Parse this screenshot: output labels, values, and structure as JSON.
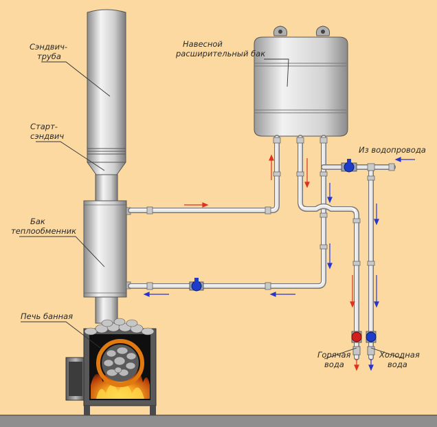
{
  "labels": {
    "sandwich_pipe": [
      "Сэндвич-",
      "труба"
    ],
    "start_sandwich": [
      "Старт-",
      "сэндвич"
    ],
    "heat_exchanger": [
      "Бак",
      "теплообменник"
    ],
    "sauna_stove": [
      "Печь банная"
    ],
    "expansion_tank": [
      "Навесной",
      "расширительный бак"
    ],
    "water_supply": [
      "Из водопровода"
    ],
    "hot_water": [
      "Горячая",
      "вода"
    ],
    "cold_water": [
      "Холодная",
      "вода"
    ]
  },
  "colors": {
    "background": "#fbd9a0",
    "floor": "#8e8e8e",
    "hot_arrow": "#e03020",
    "cold_arrow": "#2a36c8",
    "hot_valve": "#d21e1e",
    "cold_valve": "#1e3cc8",
    "fire": "#f28a18"
  },
  "icons": {
    "valve": "ball-valve-icon",
    "arrow": "flow-arrow-icon",
    "fire": "fire-icon"
  }
}
